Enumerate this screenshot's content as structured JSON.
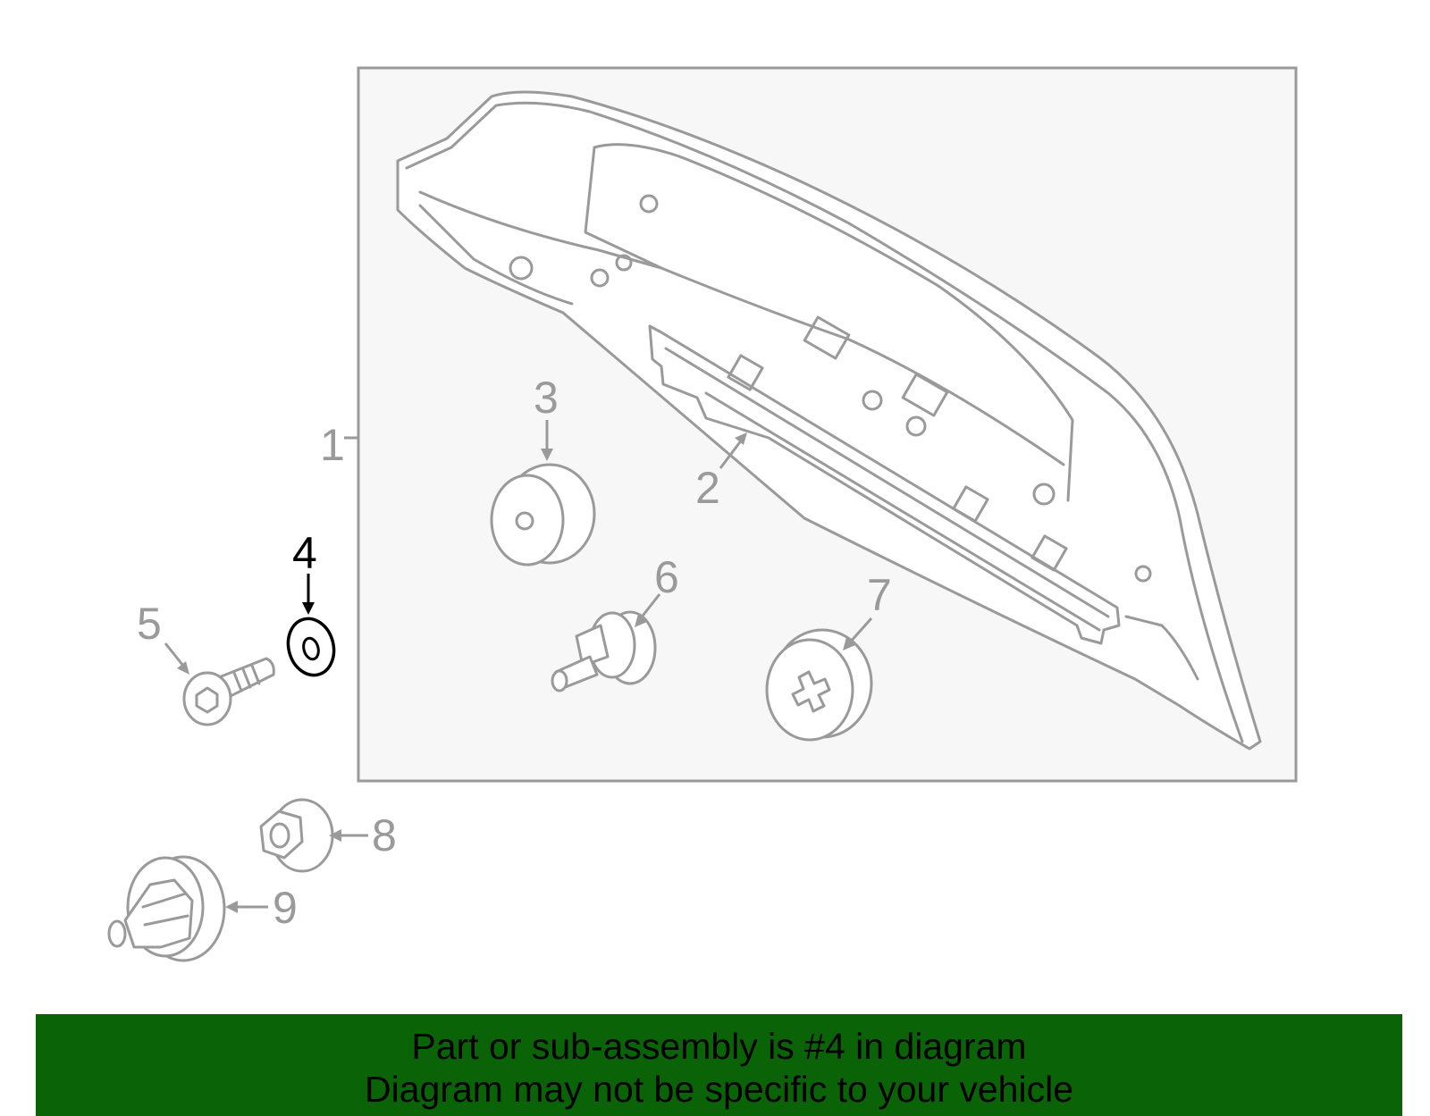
{
  "diagram": {
    "callouts": [
      "1",
      "2",
      "3",
      "4",
      "5",
      "6",
      "7",
      "8",
      "9"
    ],
    "highlighted_callout": "4",
    "colors": {
      "line": "#9a9a9a",
      "highlight": "#000000",
      "box_fill": "#f7f7f7",
      "footer_bg": "#0b6308"
    }
  },
  "footer": {
    "line1": "Part or sub-assembly is #4 in diagram",
    "line2": "Diagram may not be specific to your vehicle"
  }
}
